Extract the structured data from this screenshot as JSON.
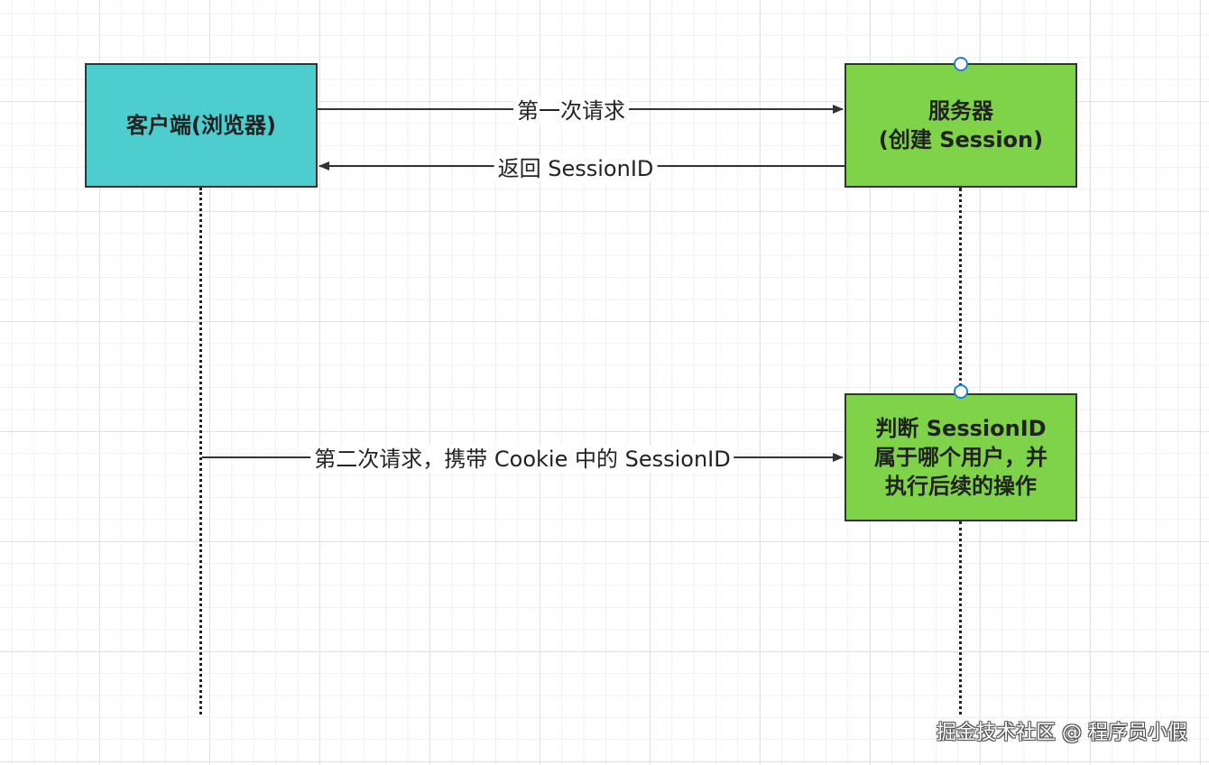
{
  "colors": {
    "client_fill": "#4ecdce",
    "server_fill": "#7ed348",
    "judge_fill": "#7ed348",
    "line": "#333333",
    "connector_dot": "#1e7fd6"
  },
  "diagram": {
    "client": {
      "label": "客户端(浏览器)"
    },
    "server": {
      "line1": "服务器",
      "line2": "(创建 Session)"
    },
    "judge": {
      "line1": "判断 SessionID",
      "line2": "属于哪个用户，并",
      "line3": "执行后续的操作"
    },
    "messages": {
      "first_request": "第一次请求",
      "return_session": "返回 SessionID",
      "second_request": "第二次请求，携带 Cookie 中的 SessionID"
    }
  },
  "watermark": "掘金技术社区 @ 程序员小假"
}
